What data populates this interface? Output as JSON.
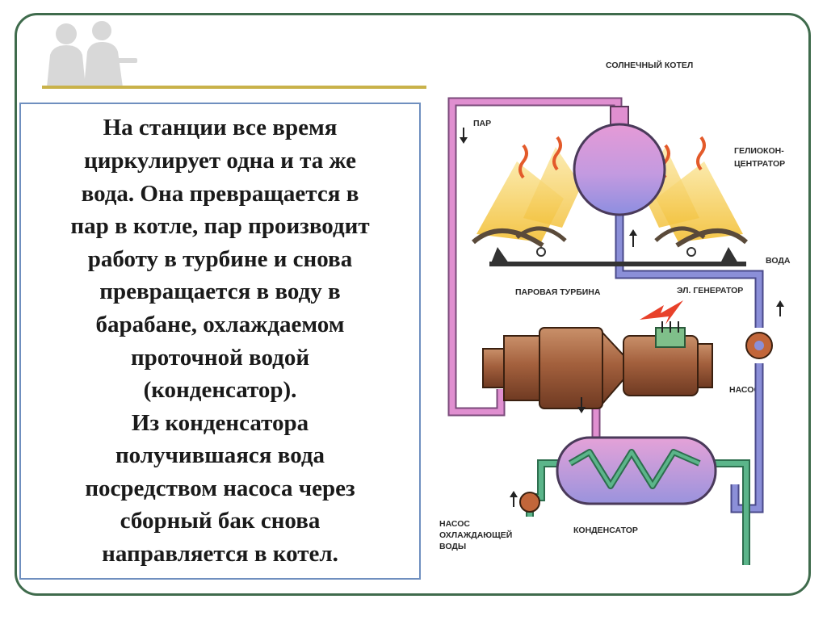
{
  "slide": {
    "body_text": "На станции все время\nциркулирует одна и та же\nвода. Она превращается в\nпар в котле, пар производит\nработу в турбине и снова\nпревращается в воду в\nбарабане, охлаждаемом\nпроточной водой\n(конденсатор).\nИз конденсатора\nполучившаяся вода\nпосредством насоса через\nсборный бак снова\nнаправляется в котел."
  },
  "diagram": {
    "labels": {
      "solar_boiler": "СОЛНЕЧНЫЙ КОТЕЛ",
      "steam": "ПАР",
      "helio_1": "ГЕЛИОКОН-",
      "helio_2": "ЦЕНТРАТОР",
      "water": "ВОДА",
      "steam_turbine": "ПАРОВАЯ ТУРБИНА",
      "generator": "ЭЛ. ГЕНЕРАТОР",
      "pump": "НАСОС",
      "cooling_pump_1": "НАСОС",
      "cooling_pump_2": "ОХЛАЖДАЮЩЕЙ",
      "cooling_pump_3": "ВОДЫ",
      "condenser": "КОНДЕНСАТОР"
    },
    "colors": {
      "steam_pipe": "#e08fd0",
      "water_pipe": "#8b8fd8",
      "cooling_pipe": "#5bb58a",
      "turbine": "#9a5a3a",
      "frame": "#3f6b4c"
    }
  }
}
